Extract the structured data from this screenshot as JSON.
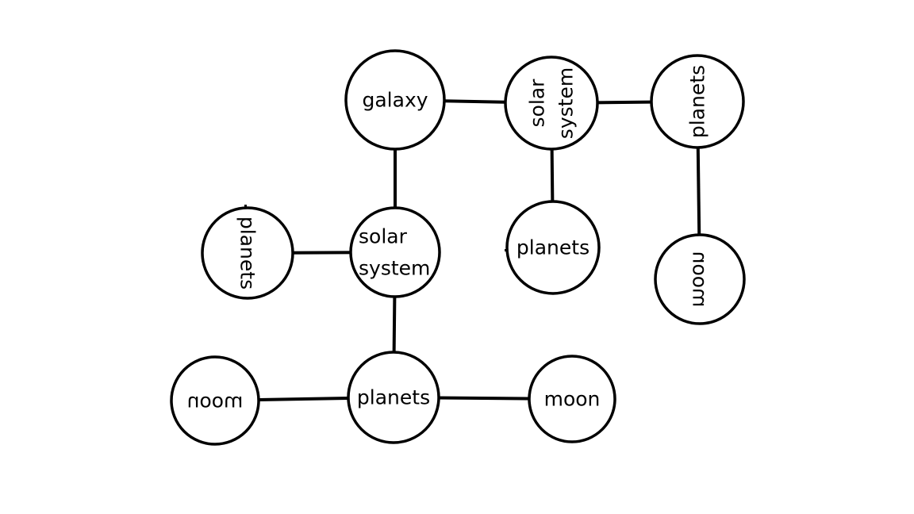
{
  "colors": {
    "background": "#ffffff",
    "stroke": "#000000",
    "text": "#000000"
  },
  "nodes": {
    "galaxy": {
      "lines": [
        "galaxy"
      ]
    },
    "solar_system_top": {
      "lines": [
        "solar",
        "system"
      ]
    },
    "planets_right": {
      "lines": [
        "planets"
      ]
    },
    "planets_mid": {
      "lines": [
        "planets"
      ]
    },
    "moon_right": {
      "lines": [
        "moon"
      ]
    },
    "planets_left": {
      "lines": [
        "planets"
      ]
    },
    "solar_system_center": {
      "lines": [
        "solar",
        "system"
      ]
    },
    "moon_bottom_left": {
      "lines": [
        "moon"
      ]
    },
    "planets_bottom": {
      "lines": [
        "planets"
      ]
    },
    "moon_bottom_right": {
      "lines": [
        "moon"
      ]
    }
  },
  "edges": [
    {
      "from": "galaxy",
      "to": "solar_system_top"
    },
    {
      "from": "solar_system_top",
      "to": "planets_right"
    },
    {
      "from": "solar_system_top",
      "to": "planets_mid"
    },
    {
      "from": "planets_right",
      "to": "moon_right"
    },
    {
      "from": "galaxy",
      "to": "solar_system_center"
    },
    {
      "from": "planets_left",
      "to": "solar_system_center"
    },
    {
      "from": "solar_system_center",
      "to": "planets_bottom"
    },
    {
      "from": "moon_bottom_left",
      "to": "planets_bottom"
    },
    {
      "from": "planets_bottom",
      "to": "moon_bottom_right"
    }
  ]
}
